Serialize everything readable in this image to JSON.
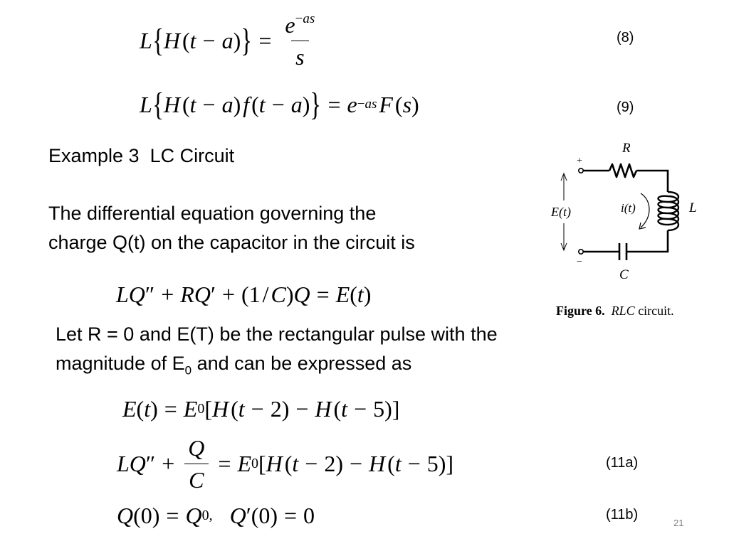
{
  "equation_numbers": {
    "eq8": "(8)",
    "eq9": "(9)",
    "eq11a": "(11a)",
    "eq11b": "(11b)"
  },
  "example_title": "Example 3  LC Circuit",
  "intro": {
    "line1": "The differential equation governing the",
    "line2": "charge Q(t) on the capacitor in the circuit is"
  },
  "pulse_text": {
    "line1": "Let R = 0 and E(T) be the rectangular pulse with the",
    "line2_before": "magnitude of E",
    "line2_sub": "0",
    "line2_after": " and can be expressed as"
  },
  "figure": {
    "caption_label": "Figure 6.",
    "caption_italic": "RLC",
    "caption_rest": " circuit.",
    "labels": {
      "R": "R",
      "L": "L",
      "C": "C",
      "E": "E(t)",
      "i": "i(t)",
      "plus": "+",
      "minus": "−"
    }
  },
  "page_number": "21"
}
